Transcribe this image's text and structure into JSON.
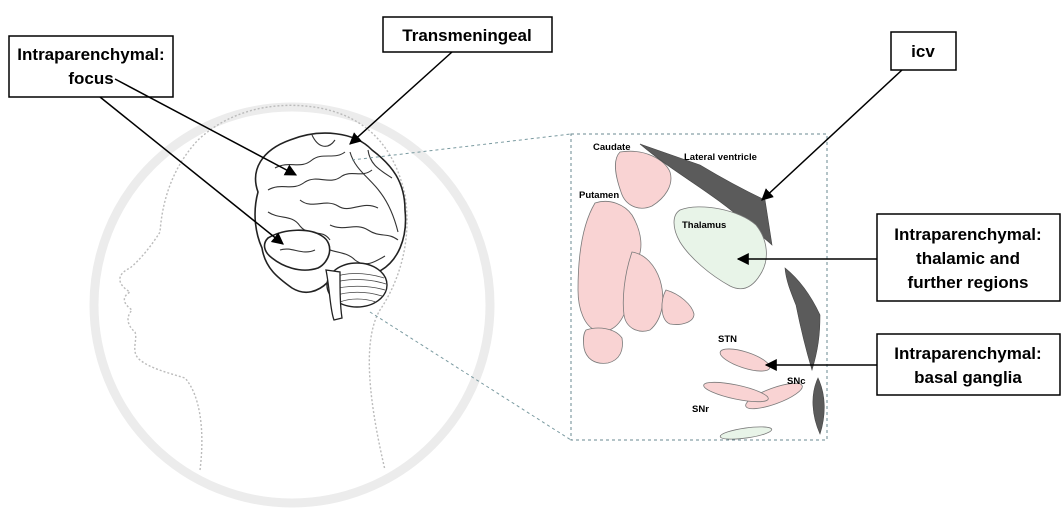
{
  "labels": {
    "transmeningeal": "Transmeningeal",
    "focus_line1": "Intraparenchymal:",
    "focus_line2": "focus",
    "icv": "icv",
    "thalamic_line1": "Intraparenchymal:",
    "thalamic_line2": "thalamic and",
    "thalamic_line3": "further regions",
    "basal_line1": "Intraparenchymal:",
    "basal_line2": "basal ganglia"
  },
  "structures": {
    "caudate": "Caudate",
    "lateral_ventricle": "Lateral ventricle",
    "putamen": "Putamen",
    "thalamus": "Thalamus",
    "stn": "STN",
    "snc": "SNc",
    "snr": "SNr"
  },
  "colors": {
    "nucleus_fill": "#f9d3d3",
    "thalamus_fill": "#e8f4e8",
    "ventricle_fill": "#5b5b5b",
    "head_outline": "#cccccc"
  }
}
